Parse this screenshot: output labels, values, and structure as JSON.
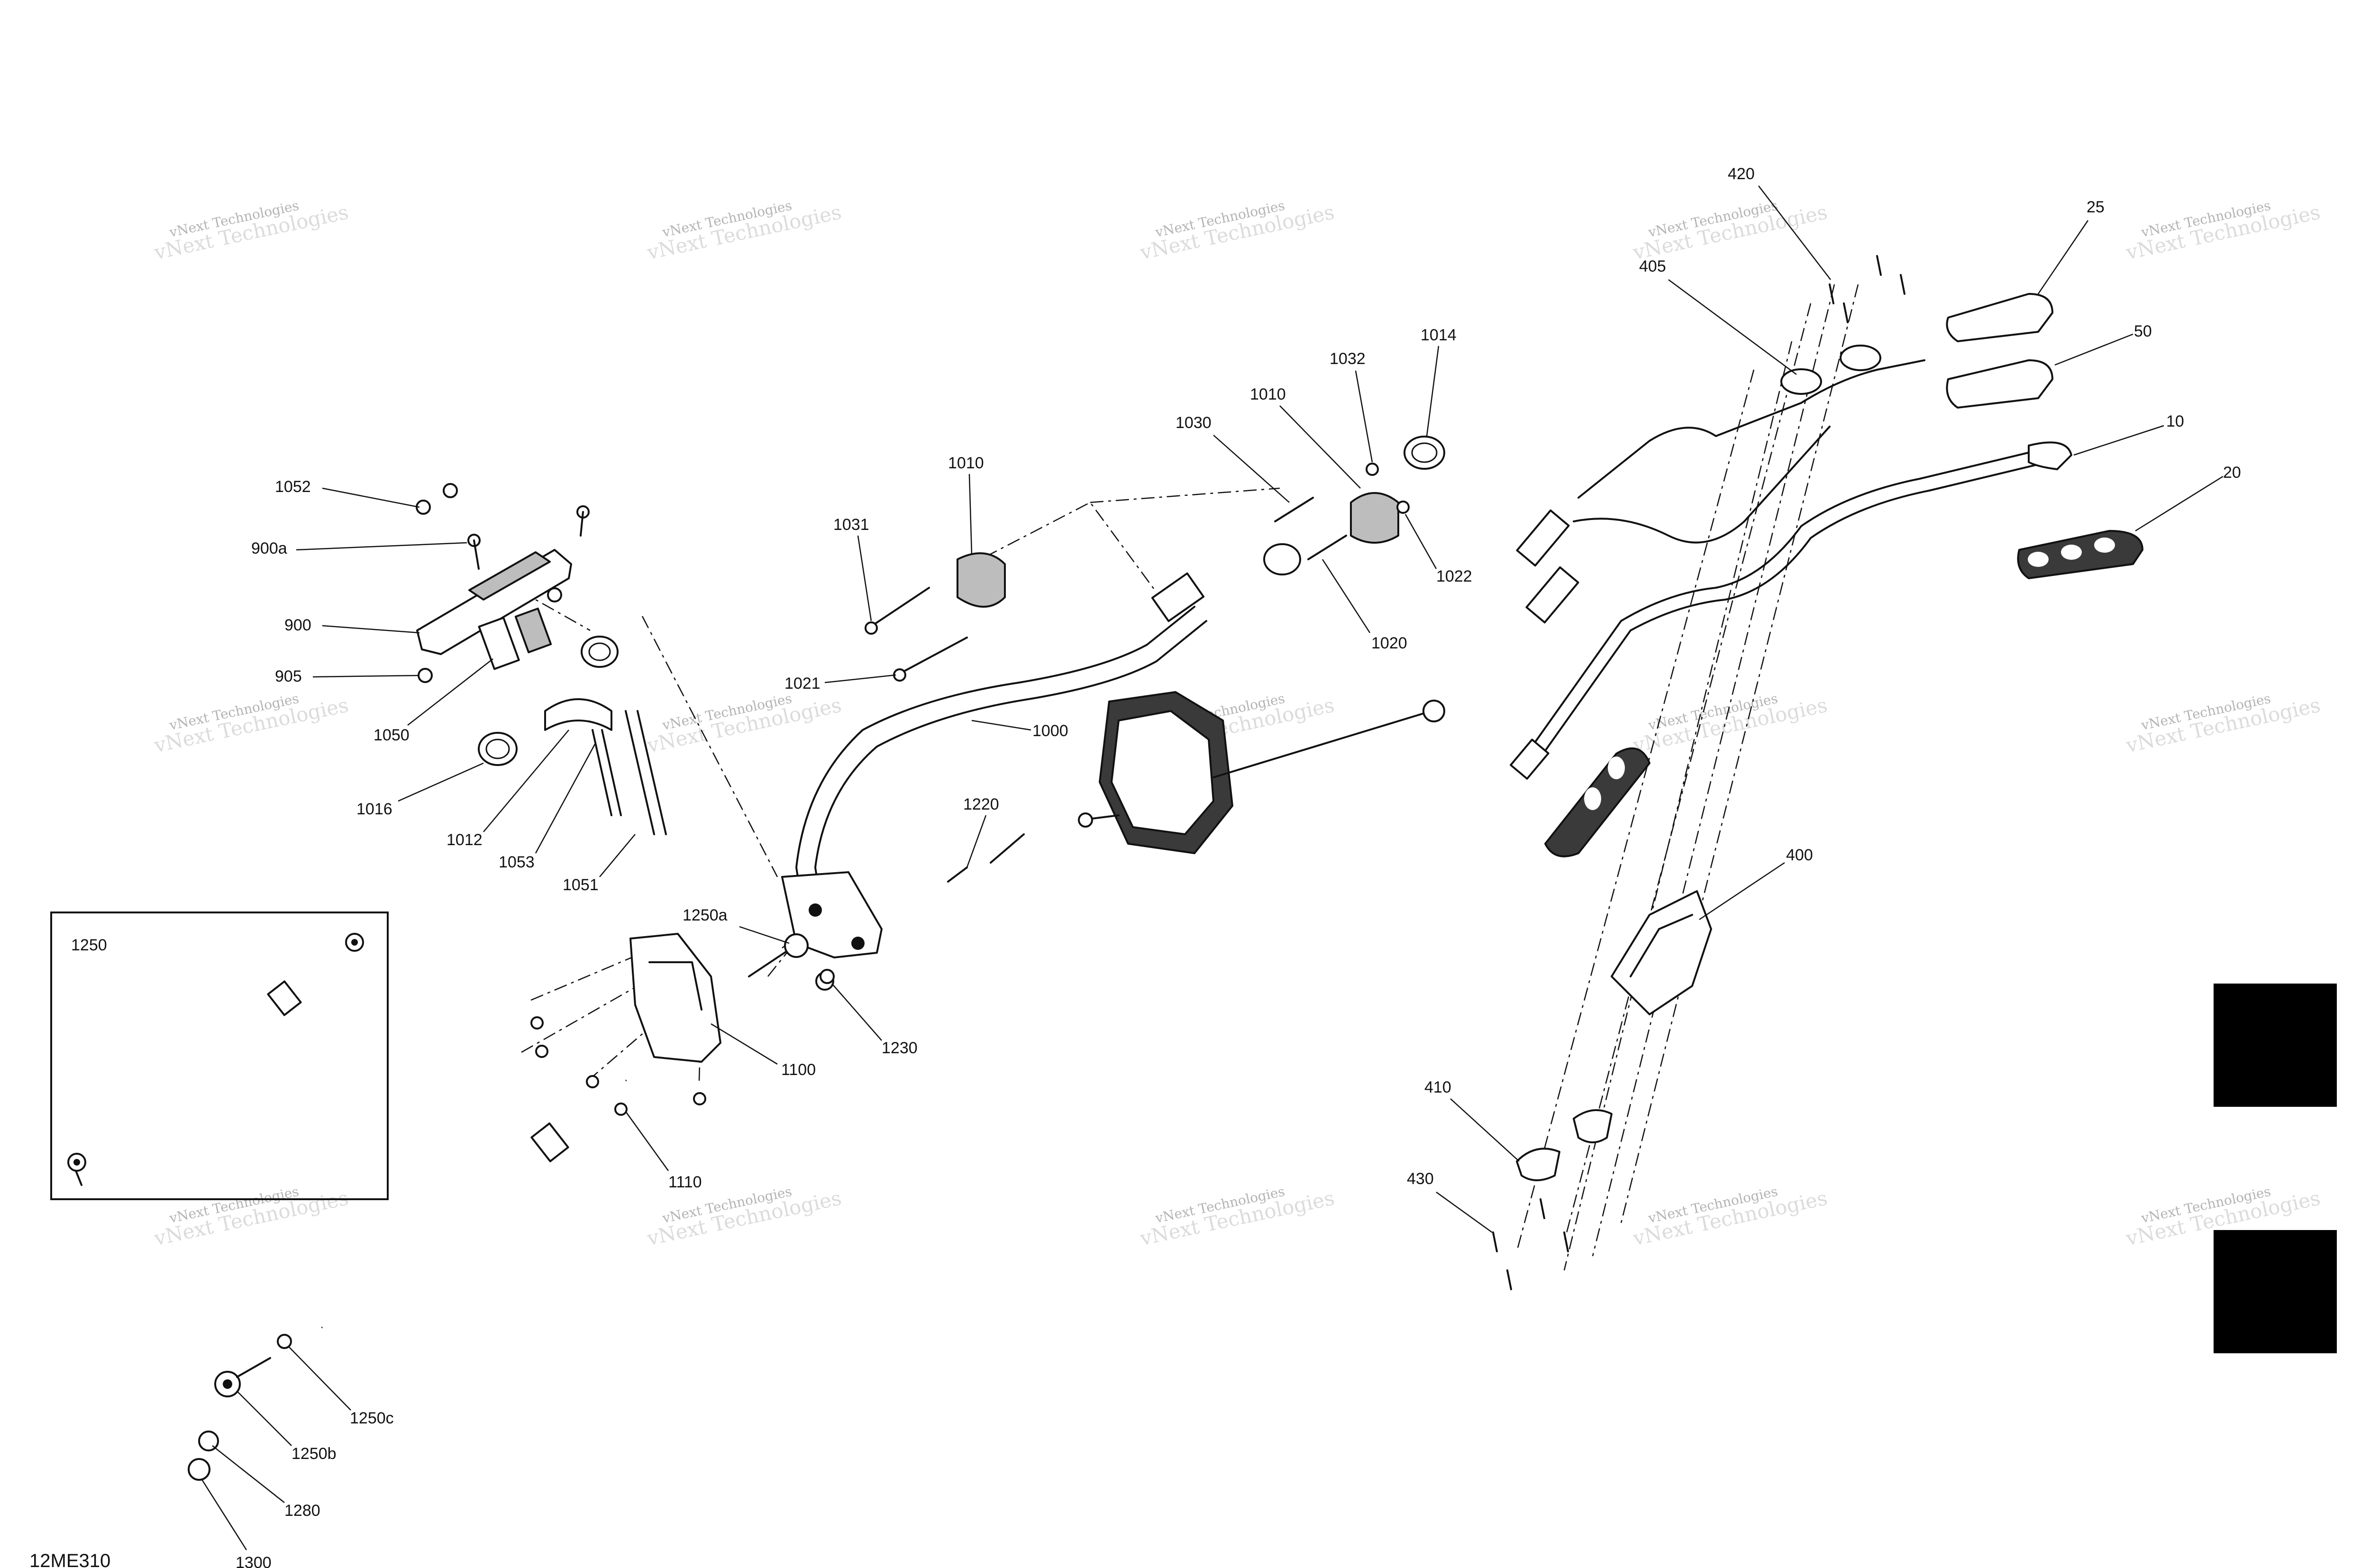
{
  "diagram_ref": "12ME310",
  "watermark": "vNext Technologies",
  "inset": {
    "label": "1250"
  },
  "callouts": [
    {
      "id": "c-1052",
      "label": "1052"
    },
    {
      "id": "c-900a",
      "label": "900a"
    },
    {
      "id": "c-900",
      "label": "900"
    },
    {
      "id": "c-905",
      "label": "905"
    },
    {
      "id": "c-1050",
      "label": "1050"
    },
    {
      "id": "c-1016",
      "label": "1016"
    },
    {
      "id": "c-1012",
      "label": "1012"
    },
    {
      "id": "c-1053",
      "label": "1053"
    },
    {
      "id": "c-1051",
      "label": "1051"
    },
    {
      "id": "c-1010a",
      "label": "1010"
    },
    {
      "id": "c-1031",
      "label": "1031"
    },
    {
      "id": "c-1021",
      "label": "1021"
    },
    {
      "id": "c-1000",
      "label": "1000"
    },
    {
      "id": "c-1030",
      "label": "1030"
    },
    {
      "id": "c-1010b",
      "label": "1010"
    },
    {
      "id": "c-1032",
      "label": "1032"
    },
    {
      "id": "c-1014",
      "label": "1014"
    },
    {
      "id": "c-1022",
      "label": "1022"
    },
    {
      "id": "c-1020",
      "label": "1020"
    },
    {
      "id": "c-1220",
      "label": "1220"
    },
    {
      "id": "c-1250a",
      "label": "1250a"
    },
    {
      "id": "c-1230",
      "label": "1230"
    },
    {
      "id": "c-1100",
      "label": "1100"
    },
    {
      "id": "c-1110",
      "label": "1110"
    },
    {
      "id": "c-1250c",
      "label": "1250c"
    },
    {
      "id": "c-1250b",
      "label": "1250b"
    },
    {
      "id": "c-1280",
      "label": "1280"
    },
    {
      "id": "c-1300",
      "label": "1300"
    },
    {
      "id": "c-420",
      "label": "420"
    },
    {
      "id": "c-405",
      "label": "405"
    },
    {
      "id": "c-25",
      "label": "25"
    },
    {
      "id": "c-50",
      "label": "50"
    },
    {
      "id": "c-10",
      "label": "10"
    },
    {
      "id": "c-20",
      "label": "20"
    },
    {
      "id": "c-400",
      "label": "400"
    },
    {
      "id": "c-410",
      "label": "410"
    },
    {
      "id": "c-430",
      "label": "430"
    }
  ]
}
